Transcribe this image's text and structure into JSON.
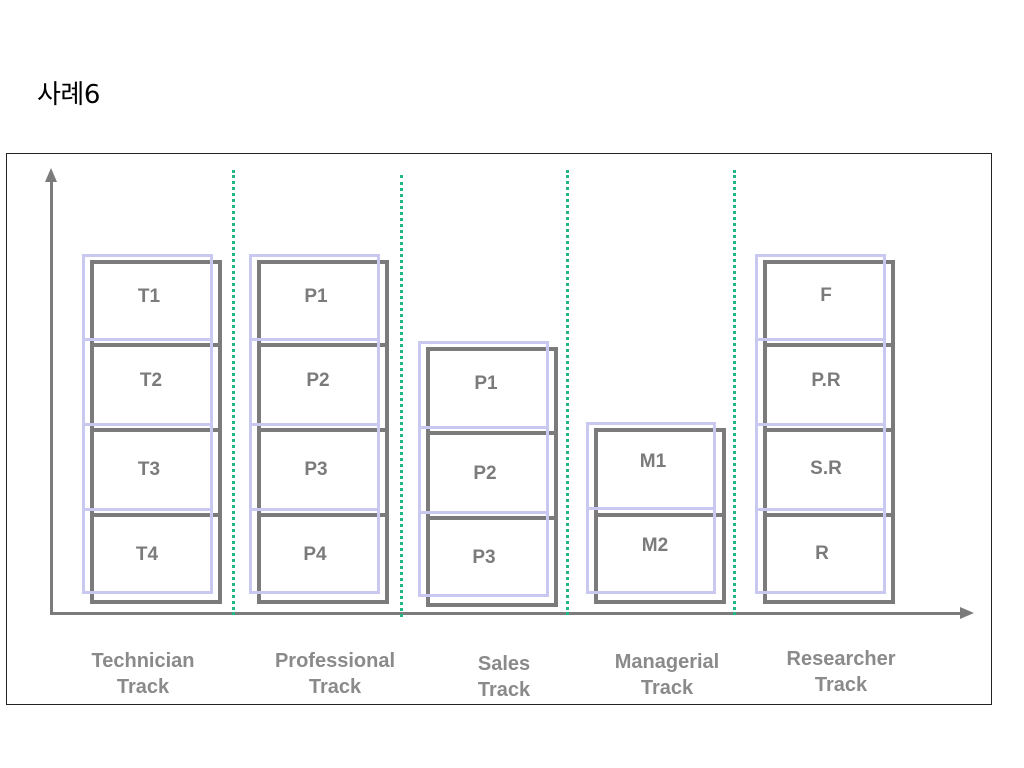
{
  "title": "사례6",
  "tracks": [
    {
      "label_line1": "Technician",
      "label_line2": "Track",
      "levels": [
        "T1",
        "T2",
        "T3",
        "T4"
      ]
    },
    {
      "label_line1": "Professional",
      "label_line2": "Track",
      "levels": [
        "P1",
        "P2",
        "P3",
        "P4"
      ]
    },
    {
      "label_line1": "Sales",
      "label_line2": "Track",
      "levels": [
        "P1",
        "P2",
        "P3"
      ]
    },
    {
      "label_line1": "Managerial",
      "label_line2": "Track",
      "levels": [
        "M1",
        "M2"
      ]
    },
    {
      "label_line1": "Researcher",
      "label_line2": "Track",
      "levels": [
        "F",
        "P.R",
        "S.R",
        "R"
      ]
    }
  ],
  "colors": {
    "box_border": "#7b7b7b",
    "shadow_border": "#c8c8f0",
    "divider": "#22b585",
    "label_text": "#7b7b7b"
  }
}
